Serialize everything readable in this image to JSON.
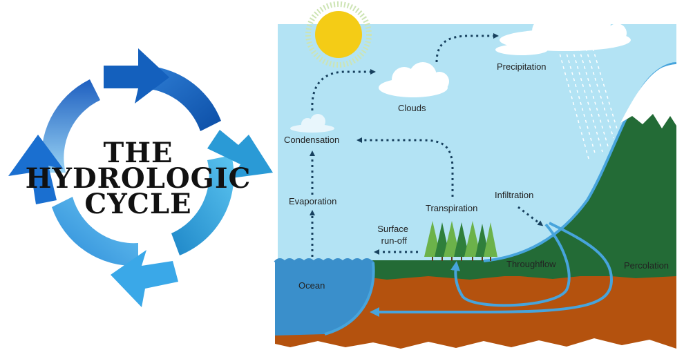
{
  "title": {
    "line1": "THE",
    "line2": "HYDROLOGIC",
    "line3": "CYCLE"
  },
  "labels": {
    "precipitation": "Precipitation",
    "clouds": "Clouds",
    "condensation": "Condensation",
    "evaporation": "Evaporation",
    "transpiration": "Transpiration",
    "infiltration": "Infiltration",
    "surface_line1": "Surface",
    "surface_line2": "run-off",
    "throughflow": "Throughflow",
    "percolation": "Percolation",
    "ocean": "Ocean"
  },
  "colors": {
    "sky": "#b3e3f4",
    "ocean": "#3a8fcb",
    "soil": "#b4520e",
    "ground": "#236b36",
    "mountain": "#236b36",
    "snow": "#ffffff",
    "sun": "#f4cc16",
    "arrow_dotted": "#17405e",
    "flow": "#47a4dc",
    "tree_light": "#6cb24a",
    "tree_dark": "#2f7f3b",
    "cycle_dark": "#1a5cb4",
    "cycle_light": "#55b8ea"
  },
  "icons": [
    "sun-icon",
    "cloud-icon",
    "rain-icon",
    "tree-icon",
    "cycle-arrows-icon"
  ]
}
